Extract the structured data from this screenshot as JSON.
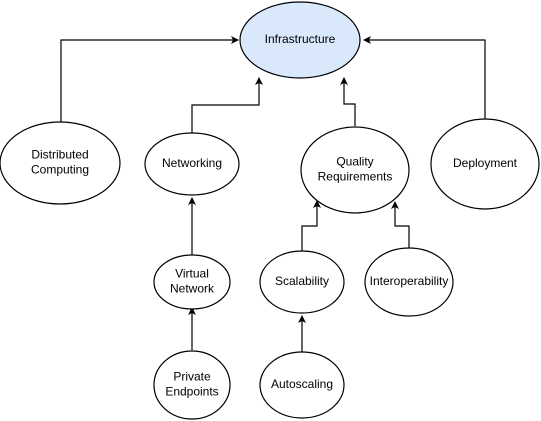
{
  "colors": {
    "root_fill": "#dae8fc",
    "root_stroke": "#6c8ebf",
    "node_fill": "#ffffff",
    "node_stroke": "#000000",
    "edge": "#000000",
    "background": "#ffffff"
  },
  "nodes": {
    "infrastructure": {
      "lines": [
        "Infrastructure"
      ]
    },
    "distributed_computing": {
      "lines": [
        "Distributed",
        "Computing"
      ]
    },
    "networking": {
      "lines": [
        "Networking"
      ]
    },
    "quality_requirements": {
      "lines": [
        "Quality",
        "Requirements"
      ]
    },
    "deployment": {
      "lines": [
        "Deployment"
      ]
    },
    "virtual_network": {
      "lines": [
        "Virtual",
        "Network"
      ]
    },
    "scalability": {
      "lines": [
        "Scalability"
      ]
    },
    "interoperability": {
      "lines": [
        "Interoperability"
      ]
    },
    "private_endpoints": {
      "lines": [
        "Private",
        "Endpoints"
      ]
    },
    "autoscaling": {
      "lines": [
        "Autoscaling"
      ]
    }
  },
  "edges": [
    {
      "from": "distributed_computing",
      "to": "infrastructure"
    },
    {
      "from": "networking",
      "to": "infrastructure"
    },
    {
      "from": "quality_requirements",
      "to": "infrastructure"
    },
    {
      "from": "deployment",
      "to": "infrastructure"
    },
    {
      "from": "virtual_network",
      "to": "networking"
    },
    {
      "from": "private_endpoints",
      "to": "virtual_network"
    },
    {
      "from": "scalability",
      "to": "quality_requirements"
    },
    {
      "from": "interoperability",
      "to": "quality_requirements"
    },
    {
      "from": "autoscaling",
      "to": "scalability"
    }
  ]
}
